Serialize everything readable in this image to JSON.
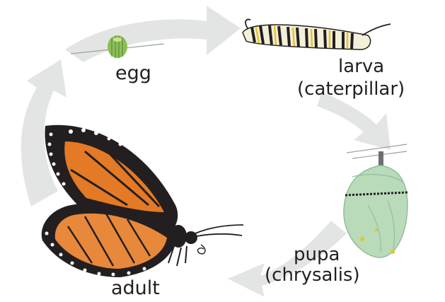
{
  "diagram": {
    "colors": {
      "arrow": "#e3e5e4",
      "text": "#231f20",
      "wing_orange": "#e47a25",
      "wing_black": "#231f20",
      "chrysalis_green": "#b9dbb9",
      "egg_green": "#8cbf56"
    },
    "stages": {
      "egg": {
        "label": "egg"
      },
      "larva": {
        "label": "larva",
        "sublabel": "(caterpillar)"
      },
      "pupa": {
        "label": "pupa",
        "sublabel": "(chrysalis)"
      },
      "adult": {
        "label": "adult"
      }
    }
  }
}
